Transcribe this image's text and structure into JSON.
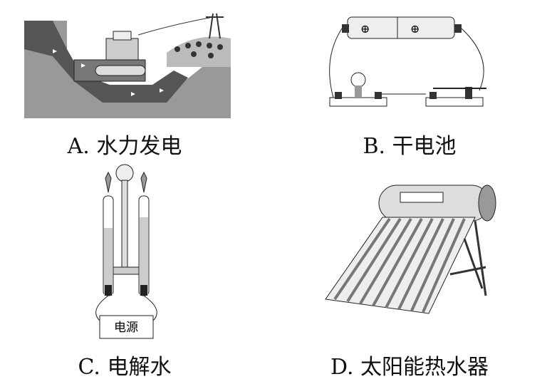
{
  "captions": {
    "a": "A. 水力发电",
    "b": "B. 干电池",
    "c": "C. 电解水",
    "d": "D. 太阳能热水器"
  },
  "electrolysis": {
    "power_label": "电源"
  },
  "battery": {
    "symbol": "⊕"
  }
}
